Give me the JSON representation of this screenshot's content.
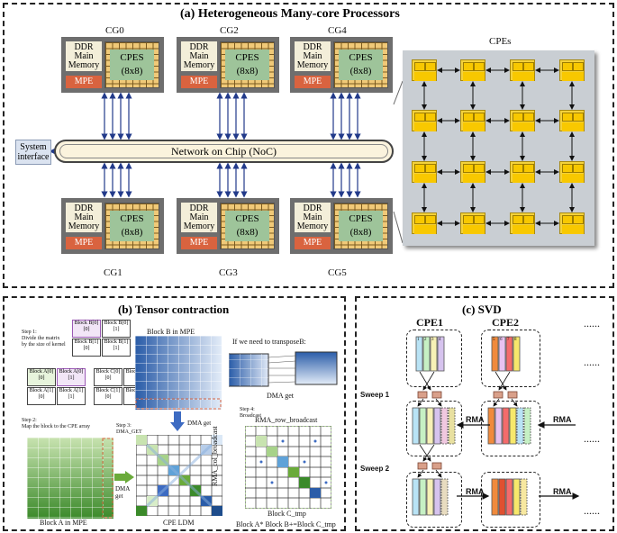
{
  "panel_a": {
    "title": "(a) Heterogeneous Many-core Processors",
    "core_groups": [
      {
        "name": "CG0"
      },
      {
        "name": "CG2"
      },
      {
        "name": "CG4"
      },
      {
        "name": "CG1"
      },
      {
        "name": "CG3"
      },
      {
        "name": "CG5"
      }
    ],
    "ddr_line1": "DDR",
    "ddr_line2": "Main",
    "ddr_line3": "Memory",
    "mpe_label": "MPE",
    "cpes_label": "CPES",
    "cpes_sub": "(8x8)",
    "noc_label": "Network on Chip (NoC)",
    "system_interface_line1": "System",
    "system_interface_line2": "interface",
    "cpes_panel_title": "CPEs"
  },
  "panel_b": {
    "title": "(b) Tensor contraction",
    "step1_line1": "Step 1:",
    "step1_line2": "Divide the matrix",
    "step1_line3": "by the size of kernel",
    "step2_line1": "Step 2:",
    "step2_line2": "Map the block to the CPE array",
    "step3_line1": "Step 3:",
    "step3_line2": "DMA_GET",
    "step4_line1": "Step 4:",
    "step4_line2": "Broadcast",
    "blocks_b": [
      "Block B[0][0]",
      "Block B[0][1]",
      "Block B[1][0]",
      "Block B[1][1]"
    ],
    "blocks_a": [
      "Block A[0][0]",
      "Block A[0][1]",
      "Block A[1][0]",
      "Block A[1][1]"
    ],
    "blocks_c": [
      "Block C[0][0]",
      "Block C[0][1]",
      "Block C[1][0]",
      "Block C[1][1]"
    ],
    "block_b_mpe": "Block B in MPE",
    "block_a_mpe": "Block A in MPE",
    "transpose_note": "If we need to transposeB:",
    "dma_get": "DMA get",
    "dma_get_arrow": "DMA get",
    "dma_get_left_1": "DMA",
    "dma_get_left_2": "get",
    "cpe_ldm": "CPE LDM",
    "rma_row": "RMA_row_broadcast",
    "rma_col": "RMA_col_broadcast",
    "block_c_tmp": "Block C_tmp",
    "formula": "Block A* Block B+=Block C_tmp"
  },
  "panel_c": {
    "title": "(c) SVD",
    "cpe1": "CPE1",
    "cpe2": "CPE2",
    "dots": "......",
    "sweep1": "Sweep 1",
    "sweep2": "Sweep 2",
    "rma": "RMA",
    "col_numbers": [
      "1",
      "2",
      "3",
      "4"
    ],
    "col_numbers_b": [
      "5",
      "6",
      "7",
      "8"
    ],
    "colors_cpe1": [
      "#b9e3f5",
      "#c6f0c4",
      "#f7f1b6",
      "#d6c3ee"
    ],
    "colors_cpe2": [
      "#f08a3c",
      "#e8c2f0",
      "#f46b6b",
      "#f7e86b"
    ]
  }
}
